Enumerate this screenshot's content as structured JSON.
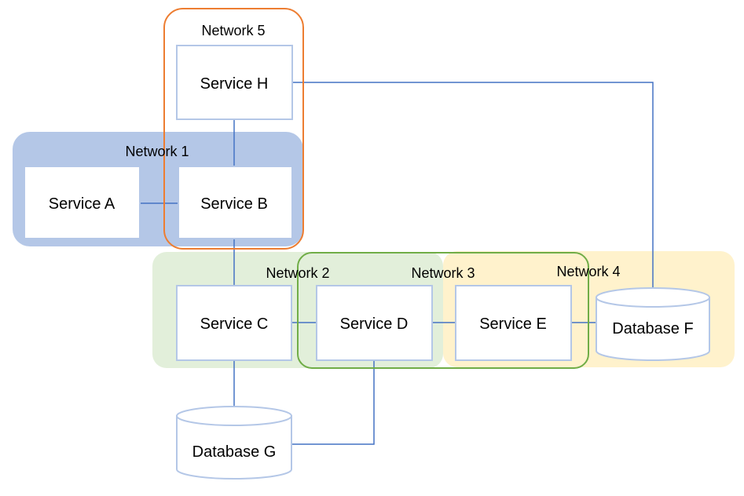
{
  "colors": {
    "network1_fill": "#b4c7e7",
    "network2_fill": "#e2efda",
    "network3_stroke": "#70ad47",
    "network4_fill": "#fff2cc",
    "network5_stroke": "#ed7d31",
    "node_border": "#b4c7e7",
    "connector": "#4472c4"
  },
  "networks": {
    "n1": "Network 1",
    "n2": "Network 2",
    "n3": "Network 3",
    "n4": "Network 4",
    "n5": "Network 5"
  },
  "services": {
    "a": "Service A",
    "b": "Service B",
    "c": "Service C",
    "d": "Service D",
    "e": "Service E",
    "h": "Service H"
  },
  "databases": {
    "f": "Database F",
    "g": "Database G"
  },
  "connections": [
    [
      "Service A",
      "Service B"
    ],
    [
      "Service H",
      "Service B"
    ],
    [
      "Service B",
      "Service C"
    ],
    [
      "Service C",
      "Service D"
    ],
    [
      "Service D",
      "Service E"
    ],
    [
      "Service E",
      "Database F"
    ],
    [
      "Service H",
      "Database F"
    ],
    [
      "Service C",
      "Database G"
    ],
    [
      "Service D",
      "Database G"
    ]
  ]
}
